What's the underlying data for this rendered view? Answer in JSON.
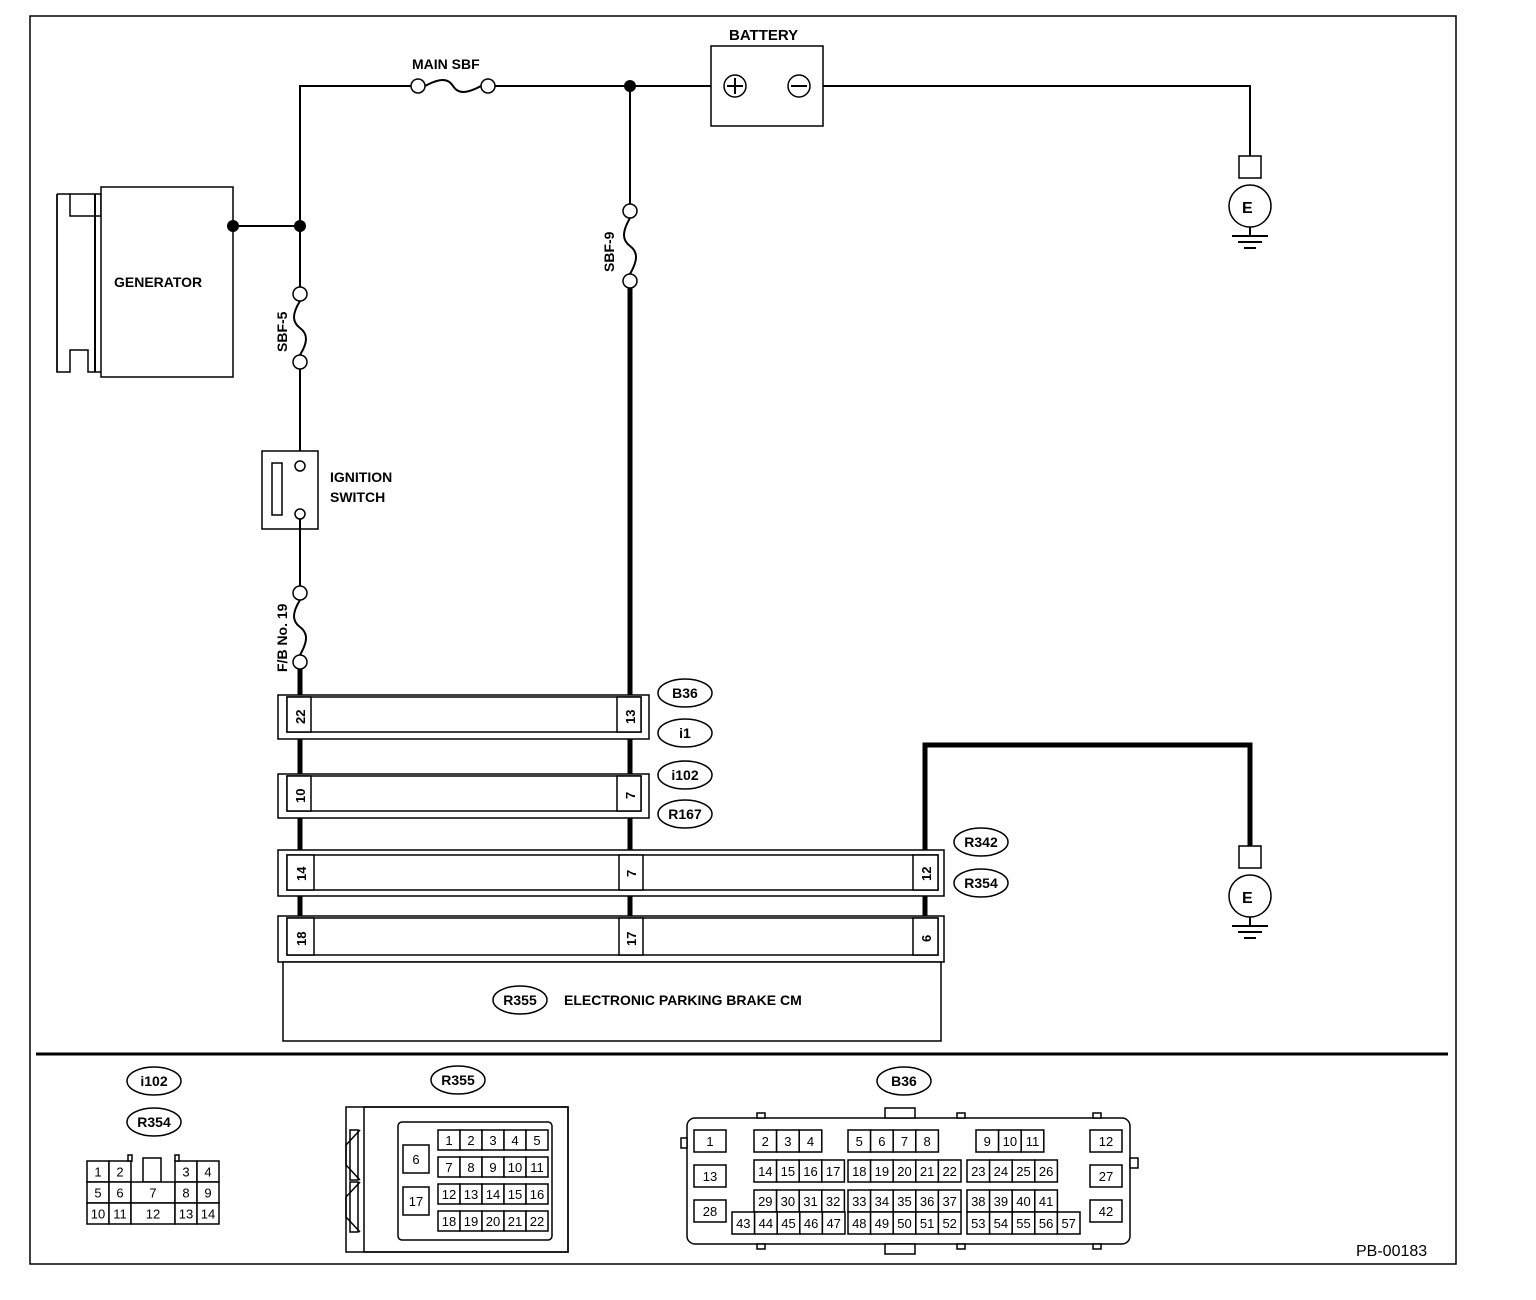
{
  "diagram_id": "PB-00183",
  "components": {
    "battery": "BATTERY",
    "main_sbf": "MAIN SBF",
    "generator": "GENERATOR",
    "sbf5": "SBF-5",
    "sbf9": "SBF-9",
    "ignition_line1": "IGNITION",
    "ignition_line2": "SWITCH",
    "fb19": "F/B No. 19",
    "ground_symbol": "E",
    "cm_name": "ELECTRONIC PARKING BRAKE CM",
    "battery_plus_icon": "plus-icon",
    "battery_minus_icon": "minus-icon"
  },
  "connectors": {
    "b36": "B36",
    "i1": "i1",
    "i102": "i102",
    "r167": "R167",
    "r342": "R342",
    "r354": "R354",
    "r355": "R355"
  },
  "connector_rows": [
    {
      "left_pin": "22",
      "right_pin": "13",
      "ids": [
        "B36",
        "i1"
      ]
    },
    {
      "left_pin": "10",
      "right_pin": "7",
      "ids": [
        "i102",
        "R167"
      ]
    },
    {
      "left_pin": "14",
      "mid_pin": "7",
      "right_pin": "12",
      "ids": [
        "R342",
        "R354"
      ]
    },
    {
      "left_pin": "18",
      "mid_pin": "17",
      "right_pin": "6",
      "ids": [
        "R355"
      ]
    }
  ],
  "connector_views": {
    "i102_r354": {
      "labels": [
        "i102",
        "R354"
      ],
      "pins": [
        "1",
        "2",
        "3",
        "4",
        "5",
        "6",
        "7",
        "8",
        "9",
        "10",
        "11",
        "12",
        "13",
        "14"
      ]
    },
    "r355": {
      "label": "R355",
      "pins": [
        "1",
        "2",
        "3",
        "4",
        "5",
        "6",
        "7",
        "8",
        "9",
        "10",
        "11",
        "12",
        "13",
        "14",
        "15",
        "16",
        "17",
        "18",
        "19",
        "20",
        "21",
        "22"
      ]
    },
    "b36": {
      "label": "B36",
      "pins": [
        "1",
        "2",
        "3",
        "4",
        "5",
        "6",
        "7",
        "8",
        "9",
        "10",
        "11",
        "12",
        "13",
        "14",
        "15",
        "16",
        "17",
        "18",
        "19",
        "20",
        "21",
        "22",
        "23",
        "24",
        "25",
        "26",
        "27",
        "28",
        "29",
        "30",
        "31",
        "32",
        "33",
        "34",
        "35",
        "36",
        "37",
        "38",
        "39",
        "40",
        "41",
        "42",
        "43",
        "44",
        "45",
        "46",
        "47",
        "48",
        "49",
        "50",
        "51",
        "52",
        "53",
        "54",
        "55",
        "56",
        "57"
      ]
    }
  }
}
